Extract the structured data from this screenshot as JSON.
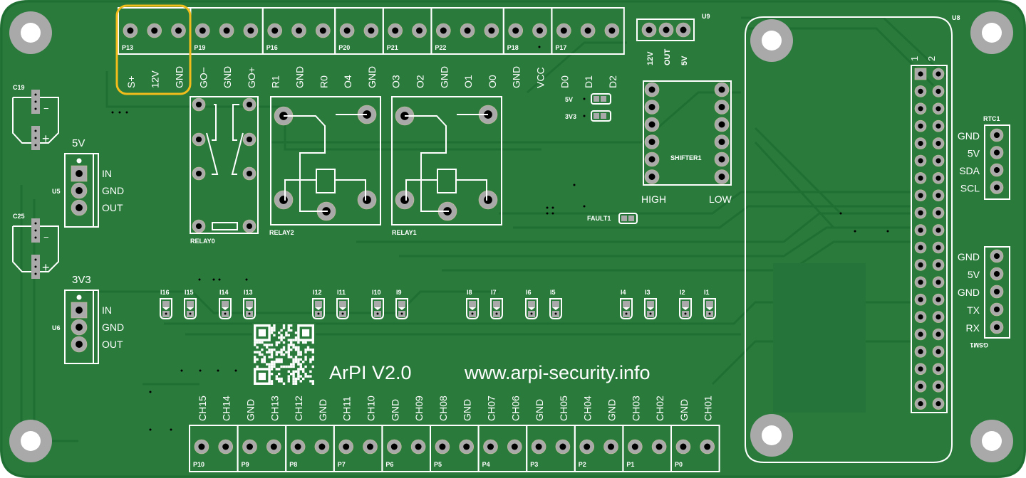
{
  "board": {
    "title": "ArPI V2.0",
    "url": "www.arpi-security.info",
    "colors": {
      "pcb": "#2a7a3c",
      "pcb_dark": "#1f6f33",
      "silkscreen": "#ffffff",
      "pad": "#a9a9a9",
      "highlight": "#f2bd1b"
    }
  },
  "highlight": {
    "target": "P13",
    "color": "#f2bd1b"
  },
  "top_connectors": [
    {
      "ref": "P13",
      "pins": [
        "S+",
        "12V",
        "GND"
      ]
    },
    {
      "ref": "P19",
      "pins": [
        "GO−",
        "GND",
        "GO+"
      ]
    },
    {
      "ref": "P16",
      "pins": [
        "R1",
        "GND",
        "R0"
      ]
    },
    {
      "ref": "P20",
      "pins": [
        "O4",
        "GND"
      ]
    },
    {
      "ref": "P21",
      "pins": [
        "O3",
        "O2"
      ]
    },
    {
      "ref": "P22",
      "pins": [
        "GND",
        "O1",
        "O0"
      ]
    },
    {
      "ref": "P18",
      "pins": [
        "GND",
        "VCC"
      ]
    },
    {
      "ref": "P17",
      "pins": [
        "D0",
        "D1",
        "D2"
      ]
    }
  ],
  "u9": {
    "ref": "U9",
    "pins": [
      "12V",
      "OUT",
      "5V"
    ]
  },
  "capacitors": [
    {
      "ref": "C19",
      "minus": "−",
      "plus": "+"
    },
    {
      "ref": "C25",
      "minus": "−",
      "plus": "+"
    }
  ],
  "regulators": [
    {
      "ref": "U5",
      "title": "5V",
      "pins": [
        "IN",
        "GND",
        "OUT"
      ]
    },
    {
      "ref": "U6",
      "title": "3V3",
      "pins": [
        "IN",
        "GND",
        "OUT"
      ]
    }
  ],
  "relays": [
    {
      "ref": "RELAY0"
    },
    {
      "ref": "RELAY2"
    },
    {
      "ref": "RELAY1"
    }
  ],
  "power_leds": [
    {
      "label": "5V"
    },
    {
      "label": "3V3"
    }
  ],
  "fault_led": {
    "label": "FAULT1"
  },
  "shifter": {
    "ref": "SHIFTER1",
    "left_label": "HIGH",
    "right_label": "LOW"
  },
  "gpio_header": {
    "ref": "U8",
    "pin1": "1",
    "pin2": "2",
    "rows": 20
  },
  "rtc": {
    "ref": "RTC1",
    "pins": [
      "GND",
      "5V",
      "SDA",
      "SCL"
    ]
  },
  "gsm": {
    "ref": "GSM1",
    "pins": [
      "GND",
      "5V",
      "GND",
      "TX",
      "RX"
    ]
  },
  "inputs": [
    "I16",
    "I15",
    "I14",
    "I13",
    "I12",
    "I11",
    "I10",
    "I9",
    "I8",
    "I7",
    "I6",
    "I5",
    "I4",
    "I3",
    "I2",
    "I1"
  ],
  "bottom_connectors": [
    {
      "ref": "P10",
      "pins": [
        "CH15",
        "CH14"
      ]
    },
    {
      "ref": "P9",
      "pins": [
        "GND",
        "CH13"
      ]
    },
    {
      "ref": "P8",
      "pins": [
        "CH12",
        "GND"
      ]
    },
    {
      "ref": "P7",
      "pins": [
        "CH11",
        "CH10"
      ]
    },
    {
      "ref": "P6",
      "pins": [
        "GND",
        "CH09"
      ]
    },
    {
      "ref": "P5",
      "pins": [
        "CH08",
        "GND"
      ]
    },
    {
      "ref": "P4",
      "pins": [
        "CH07",
        "CH06"
      ]
    },
    {
      "ref": "P3",
      "pins": [
        "GND",
        "CH05"
      ]
    },
    {
      "ref": "P2",
      "pins": [
        "CH04",
        "GND"
      ]
    },
    {
      "ref": "P1",
      "pins": [
        "CH03",
        "CH02"
      ]
    },
    {
      "ref": "P0",
      "pins": [
        "GND",
        "CH01"
      ]
    }
  ]
}
